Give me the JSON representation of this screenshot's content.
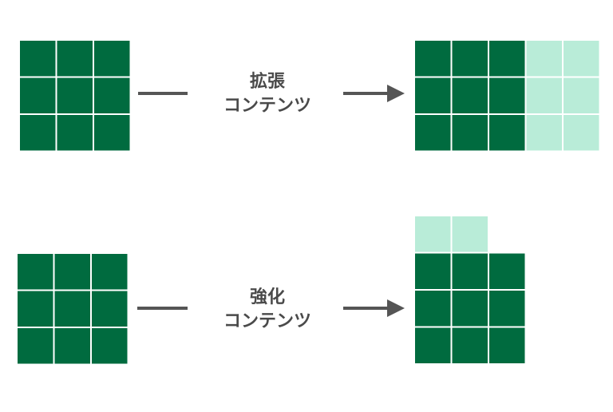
{
  "colors": {
    "dark_cell": "#006b3f",
    "light_cell": "#b9ecd8",
    "grid_line": "#ffffff",
    "dash": "#555555",
    "arrow": "#555555",
    "text": "#4a4a4a"
  },
  "rows": [
    {
      "label_line1": "拡張",
      "label_line2": "コンテンツ",
      "before": {
        "rows": 3,
        "cols": 3
      },
      "after": {
        "dark_rows": 3,
        "dark_cols": 3,
        "extra": "right",
        "extra_rows": 3,
        "extra_cols": 2
      }
    },
    {
      "label_line1": "強化",
      "label_line2": "コンテンツ",
      "before": {
        "rows": 3,
        "cols": 3
      },
      "after": {
        "dark_rows": 3,
        "dark_cols": 3,
        "extra": "top",
        "extra_rows": 1,
        "extra_cols": 2
      }
    }
  ]
}
